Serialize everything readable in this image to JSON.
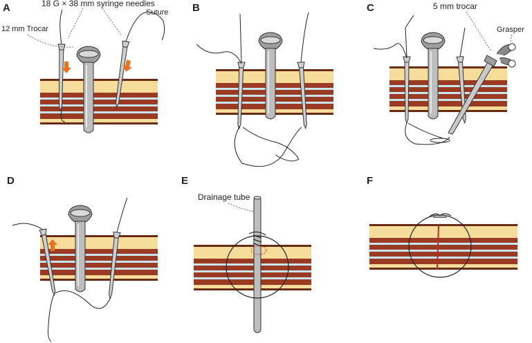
{
  "panels": [
    {
      "letter": "A"
    },
    {
      "letter": "B"
    },
    {
      "letter": "C"
    },
    {
      "letter": "D"
    },
    {
      "letter": "E"
    },
    {
      "letter": "F"
    }
  ],
  "labels": {
    "needles": "18 G × 38 mm syringe needles",
    "suture": "Suture",
    "trocar12": "12 mm Trocar",
    "trocar5": "5 mm trocar",
    "grasper": "Grasper",
    "drainage": "Drainage tube"
  },
  "colors": {
    "fat": "#f6dc9a",
    "muscle": "#9a3a22",
    "fascia": "#c9e6ef",
    "instrument": "#bdbdbd",
    "arrow": "#e8731e"
  }
}
